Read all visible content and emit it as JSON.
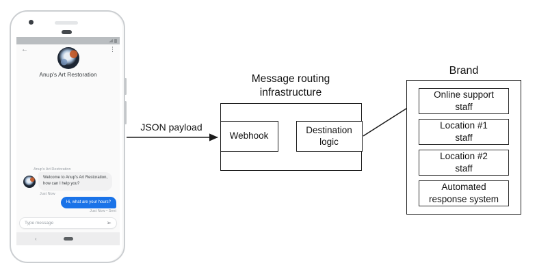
{
  "phone": {
    "status_bar": {
      "signal_icon": "signal-triangle",
      "battery_icon": "battery"
    },
    "header": {
      "back_icon": "←",
      "menu_icon": "⋮",
      "title": "Anup's Art Restoration"
    },
    "conversation": {
      "sender_label": "Anup's Art Restoration",
      "incoming_message": "Welcome to Anup's Art Restoration,\nhow can I help you?",
      "incoming_timestamp": "Just Now",
      "outgoing_message": "Hi, what are your hours?",
      "outgoing_timestamp": "Just Now • Sent"
    },
    "composer": {
      "placeholder": "Type message",
      "send_icon": "➢"
    },
    "nav": {
      "back_icon": "‹"
    }
  },
  "diagram": {
    "payload_label": "JSON payload",
    "routing": {
      "title": "Message routing\ninfrastructure",
      "webhook_label": "Webhook",
      "destination_label": "Destination\nlogic"
    },
    "brand": {
      "title": "Brand",
      "boxes": [
        "Online support\nstaff",
        "Location #1\nstaff",
        "Location #2\nstaff",
        "Automated\nresponse system"
      ]
    }
  },
  "colors": {
    "outgoing_bubble": "#1a73e8",
    "incoming_bubble": "#f1f1f2",
    "status_bar": "#b9bdc0",
    "phone_border": "#cbced1",
    "muted_text": "#9aa0a6",
    "line": "#1b1b1b"
  }
}
